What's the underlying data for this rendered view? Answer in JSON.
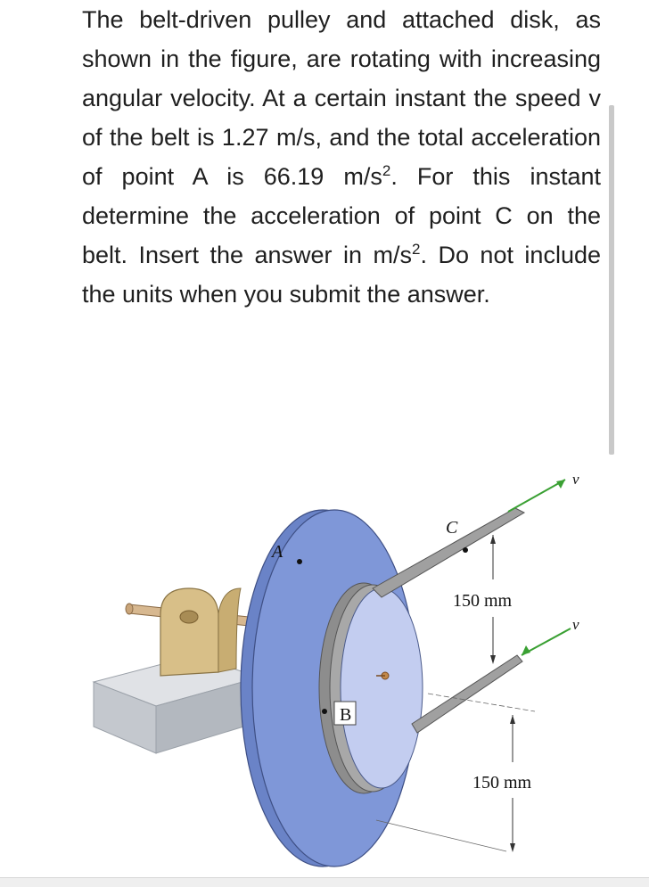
{
  "problem": {
    "p1": "The belt-driven pulley and attached disk, as shown in the figure, are rotating with increasing angular velocity. At a certain instant the speed v of the belt is 1.27 m/s, and the total acceleration of point A is 66.19 m/s",
    "p1_sup": "2",
    "p2": ". For this instant determine the acceleration of point C on the belt. Insert the answer in m/s",
    "p2_sup": "2",
    "p3": ". Do not include the units when you submit the answer."
  },
  "figure": {
    "label_A": "A",
    "label_B": "B",
    "label_C": "C",
    "label_v_top": "v",
    "label_v_bottom": "v",
    "dim_upper": "150 mm",
    "dim_lower": "150 mm"
  },
  "colors": {
    "disk": "#7f97d8",
    "pulley": "#c3cdf0",
    "belt": "#a0a0a0",
    "bearing": "#d8bf88",
    "base": "#cccfd4",
    "arrow": "#3aa033"
  }
}
